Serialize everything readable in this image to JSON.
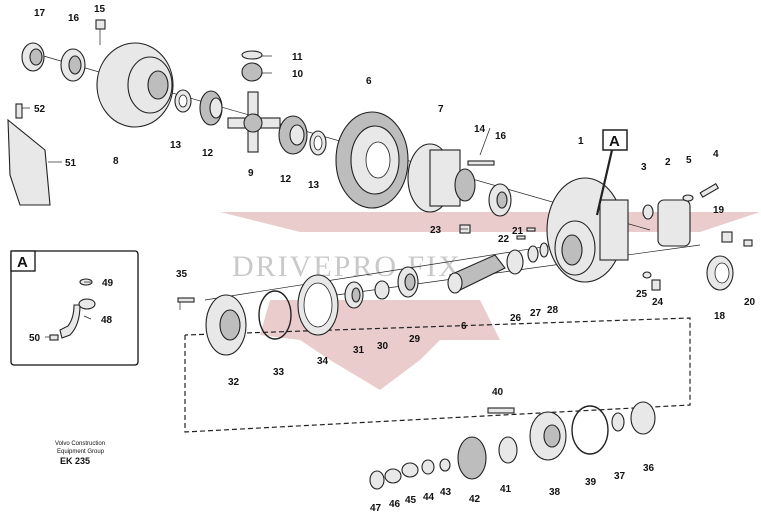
{
  "watermark": "DRIVEPRO FIX",
  "detail_callout_letter": "A",
  "detail_box_letter": "A",
  "footer": {
    "line1": "Volvo Construction",
    "line2": "Equipment Group",
    "code": "EK 235"
  },
  "labels": {
    "p17": "17",
    "p16a": "16",
    "p15": "15",
    "p11": "11",
    "p10": "10",
    "p52": "52",
    "p51": "51",
    "p8": "8",
    "p13a": "13",
    "p12a": "12",
    "p9": "9",
    "p12b": "12",
    "p13b": "13",
    "p6a": "6",
    "p7": "7",
    "p14": "14",
    "p16b": "16",
    "p1": "1",
    "p2": "2",
    "p3": "3",
    "p5": "5",
    "p4": "4",
    "p19": "19",
    "p20": "20",
    "p18": "18",
    "p21": "21",
    "p22": "22",
    "p23": "23",
    "p25": "25",
    "p24": "24",
    "p28": "28",
    "p27": "27",
    "p26": "26",
    "p6b": "6",
    "p29": "29",
    "p30": "30",
    "p31": "31",
    "p34": "34",
    "p33": "33",
    "p32": "32",
    "p35": "35",
    "p49": "49",
    "p48": "48",
    "p50": "50",
    "p40": "40",
    "p36": "36",
    "p37": "37",
    "p39": "39",
    "p38": "38",
    "p41": "41",
    "p42": "42",
    "p43": "43",
    "p44": "44",
    "p45": "45",
    "p46": "46",
    "p47": "47"
  }
}
